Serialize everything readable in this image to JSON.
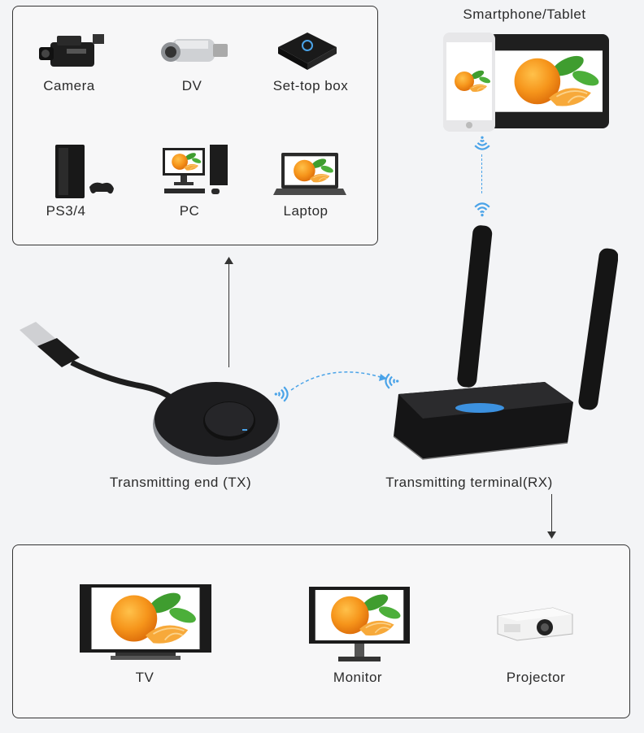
{
  "sources": {
    "camera": "Camera",
    "dv": "DV",
    "settop": "Set-top box",
    "ps": "PS3/4",
    "pc": "PC",
    "laptop": "Laptop"
  },
  "phone": "Smartphone/Tablet",
  "tx": "Transmitting end (TX)",
  "rx": "Transmitting terminal(RX)",
  "outputs": {
    "tv": "TV",
    "monitor": "Monitor",
    "projector": "Projector"
  },
  "colors": {
    "panel_border": "#333333",
    "background": "#f3f4f6",
    "wifi_blue": "#4aa3e8",
    "orange": "#f39a1e",
    "leaf": "#3f9d2f"
  },
  "icons": [
    "camera-icon",
    "dv-icon",
    "set-top-box-icon",
    "ps-icon",
    "pc-icon",
    "laptop-icon",
    "smartphone-tablet-icon",
    "tx-dongle-icon",
    "rx-receiver-icon",
    "tv-icon",
    "monitor-icon",
    "projector-icon",
    "wifi-icon",
    "arrow-icon"
  ]
}
